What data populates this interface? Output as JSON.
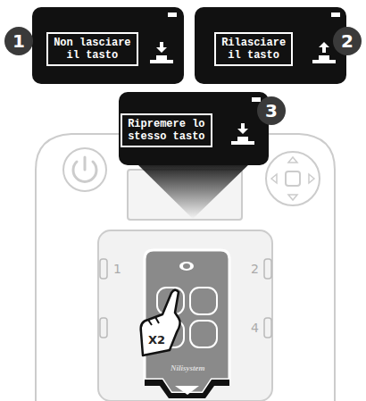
{
  "diagram": {
    "nodes": [
      {
        "text": [
          "Non lasciare il tasto"
        ]
      },
      {
        "text": [
          "Rilasciare il tasto"
        ]
      },
      {
        "text": [
          "Ripremere lo stesso tasto"
        ]
      }
    ],
    "labels": [
      "1",
      "2",
      "3",
      "1",
      "2",
      "4",
      "X2",
      "Nilisystem"
    ]
  }
}
